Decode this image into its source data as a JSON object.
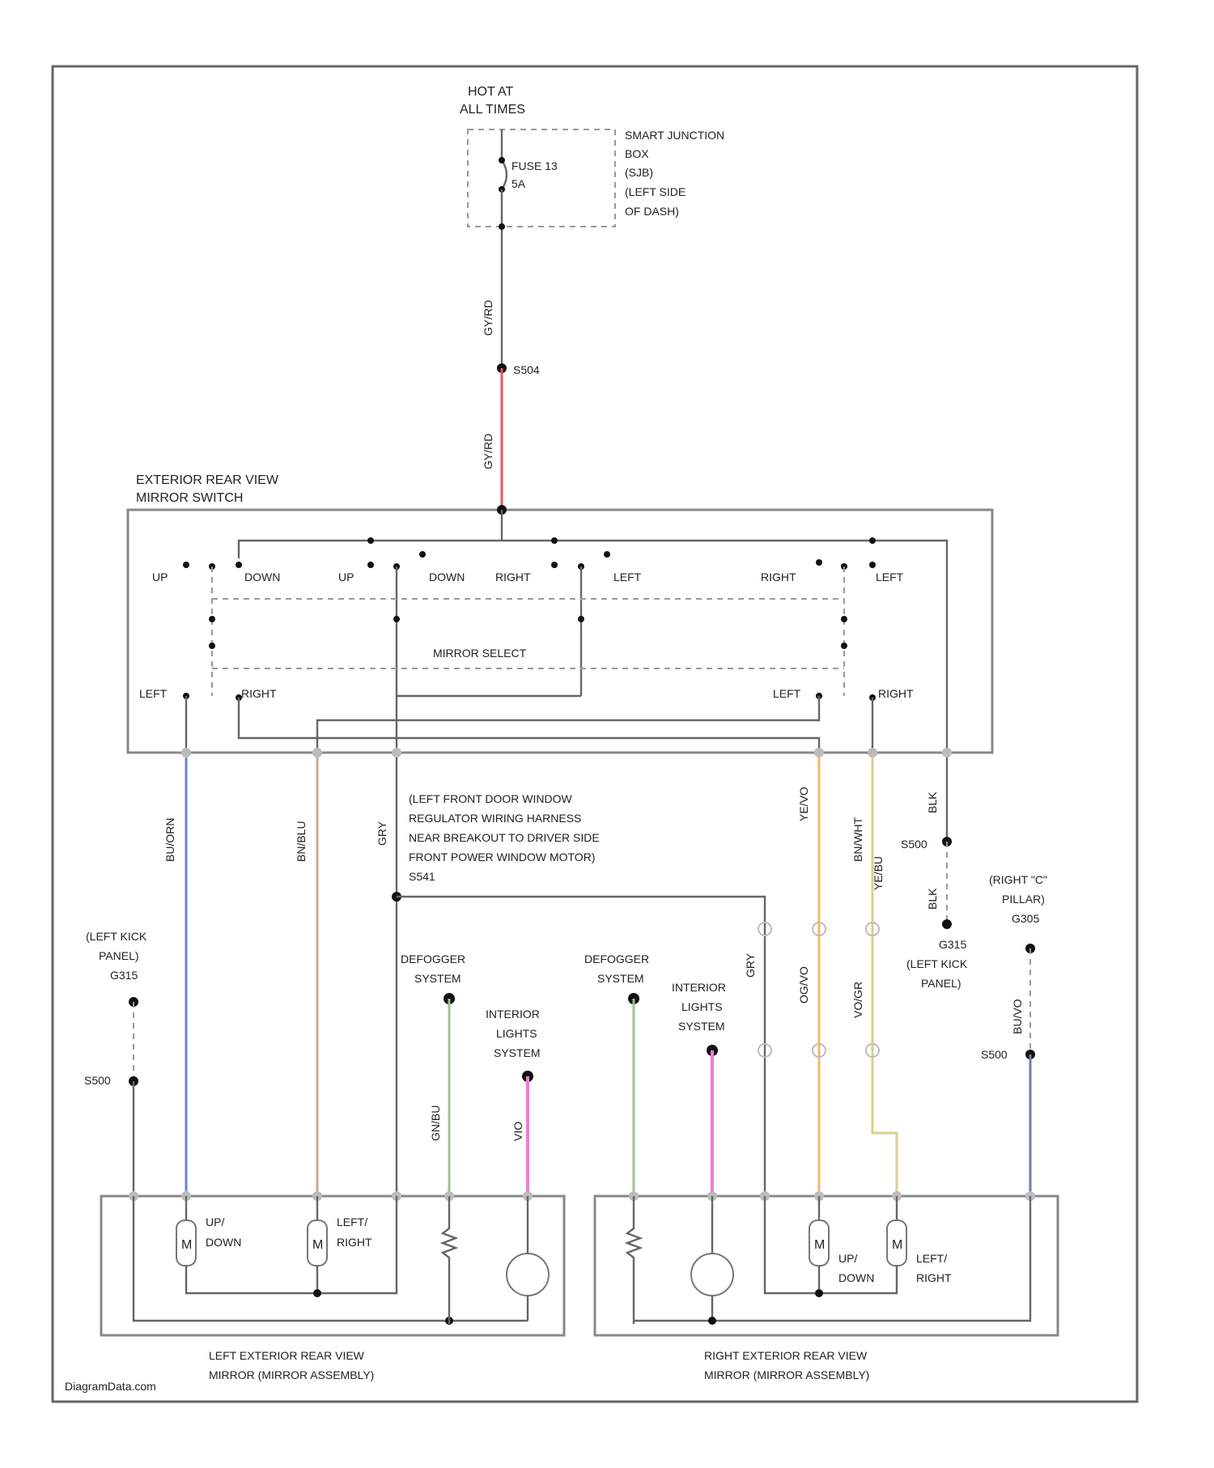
{
  "labels": {
    "hot": [
      "HOT AT",
      "ALL TIMES"
    ],
    "sjb": [
      "SMART JUNCTION",
      "BOX",
      "(SJB)",
      "(LEFT SIDE",
      "OF DASH)"
    ],
    "fuse": [
      "FUSE 13",
      "5A"
    ],
    "splice_top": "S504",
    "switch_title": [
      "EXTERIOR REAR VIEW",
      "MIRROR SWITCH"
    ],
    "switch_dirs": [
      "UP",
      "DOWN",
      "UP",
      "DOWN",
      "RIGHT",
      "LEFT",
      "RIGHT",
      "LEFT"
    ],
    "mirror_select": "MIRROR SELECT",
    "select_left": "LEFT",
    "select_right": "RIGHT",
    "harness_note": [
      "(LEFT FRONT DOOR WINDOW",
      "REGULATOR WIRING HARNESS",
      "NEAR BREAKOUT TO DRIVER SIDE",
      "FRONT POWER WINDOW MOTOR)",
      "S541"
    ],
    "left_kick": [
      "(LEFT KICK",
      "PANEL)",
      "G315"
    ],
    "left_kick2": [
      "G315",
      "(LEFT KICK",
      "PANEL)"
    ],
    "right_pillar": [
      "(RIGHT \"C\"",
      "PILLAR)",
      "G305"
    ],
    "splice_left": "S500",
    "splice_right": "S500",
    "splice_mid": "S500",
    "defogger": [
      "DEFOGGER",
      "SYSTEM"
    ],
    "interior_lights": [
      "INTERIOR",
      "LIGHTS",
      "SYSTEM"
    ],
    "motor_left_updown": [
      "UP/",
      "DOWN"
    ],
    "motor_left_leftright": [
      "LEFT/",
      "RIGHT"
    ],
    "motor_right_updown": [
      "UP/",
      "DOWN"
    ],
    "motor_right_leftright": [
      "LEFT/",
      "RIGHT"
    ],
    "motor_m": "M",
    "left_assembly": [
      "LEFT EXTERIOR REAR VIEW",
      "MIRROR (MIRROR ASSEMBLY)"
    ],
    "right_assembly": [
      "RIGHT EXTERIOR REAR VIEW",
      "MIRROR (MIRROR ASSEMBLY)"
    ],
    "watermark": "DiagramData.com",
    "wire_top": [
      "GY/RD",
      "GY/RD"
    ],
    "wire_color_labels": [
      "BU/ORN",
      "BN/BLU",
      "GRY",
      "YE/VO",
      "BN/WHT",
      "BLK",
      "GRY",
      "BLK",
      "OG/VO",
      "VO/GR",
      "BU/VO",
      "GN/BU",
      "VIO",
      "YE/BU"
    ]
  },
  "colors": {
    "fuse_feed": "#e05a5a",
    "blue_wire": "#6a86d8",
    "tan_wire": "#c4ab8e",
    "green_wire": "#9cc38a",
    "magenta_wire": "#f07ad8",
    "orange_wire": "#f2b86a",
    "yellow_wire": "#d8d08a",
    "navy_wire": "#6e7eb8"
  }
}
